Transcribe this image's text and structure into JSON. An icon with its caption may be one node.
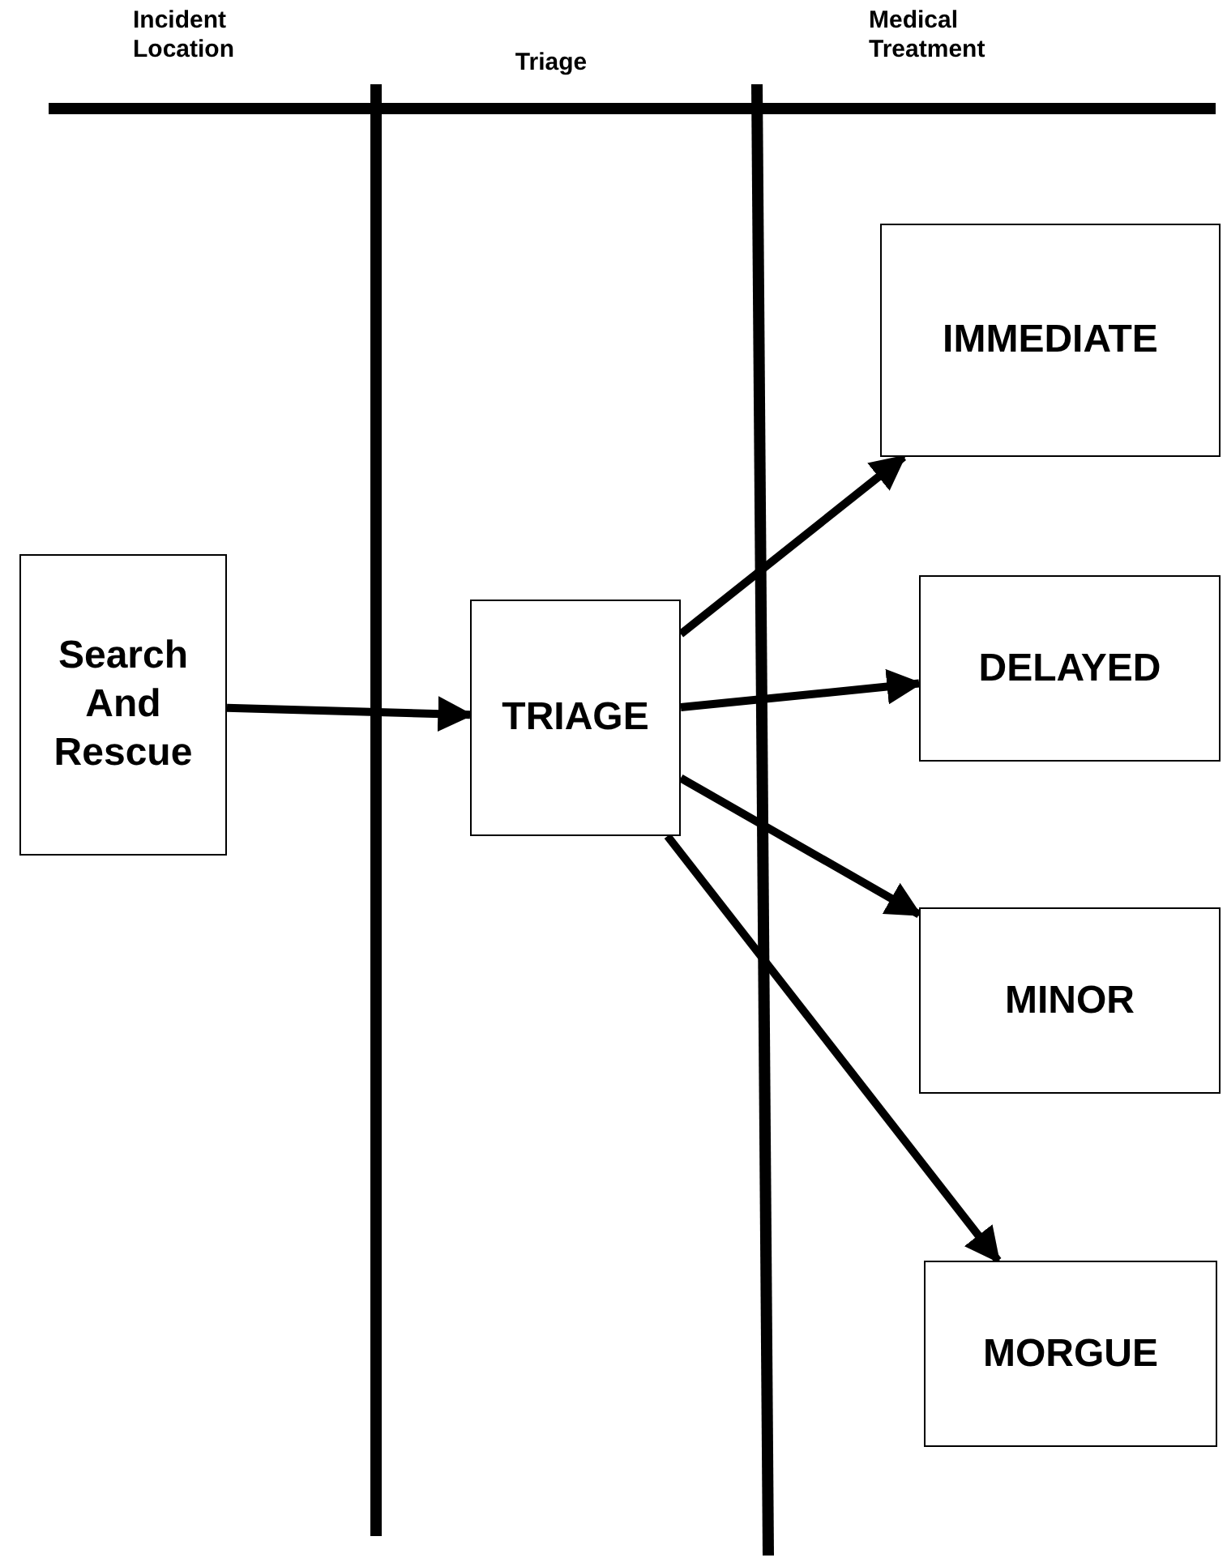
{
  "diagram": {
    "nodes": [
      {
        "text": [
          "Search And Rescue"
        ]
      },
      {
        "text": [
          "TRIAGE"
        ]
      },
      {
        "text": [
          "IMMEDIATE"
        ]
      },
      {
        "text": [
          "DELAYED"
        ]
      },
      {
        "text": [
          "MINOR"
        ]
      },
      {
        "text": [
          "MORGUE"
        ]
      }
    ],
    "edges": [
      {
        "from": 0,
        "to": 1,
        "arrow": "to"
      },
      {
        "from": 1,
        "to": 2,
        "arrow": "to"
      },
      {
        "from": 1,
        "to": 3,
        "arrow": "to"
      },
      {
        "from": 1,
        "to": 4,
        "arrow": "to"
      },
      {
        "from": 1,
        "to": 5,
        "arrow": "to"
      }
    ],
    "labels": [
      "Incident Location",
      "Triage",
      "Medical Treatment"
    ]
  }
}
